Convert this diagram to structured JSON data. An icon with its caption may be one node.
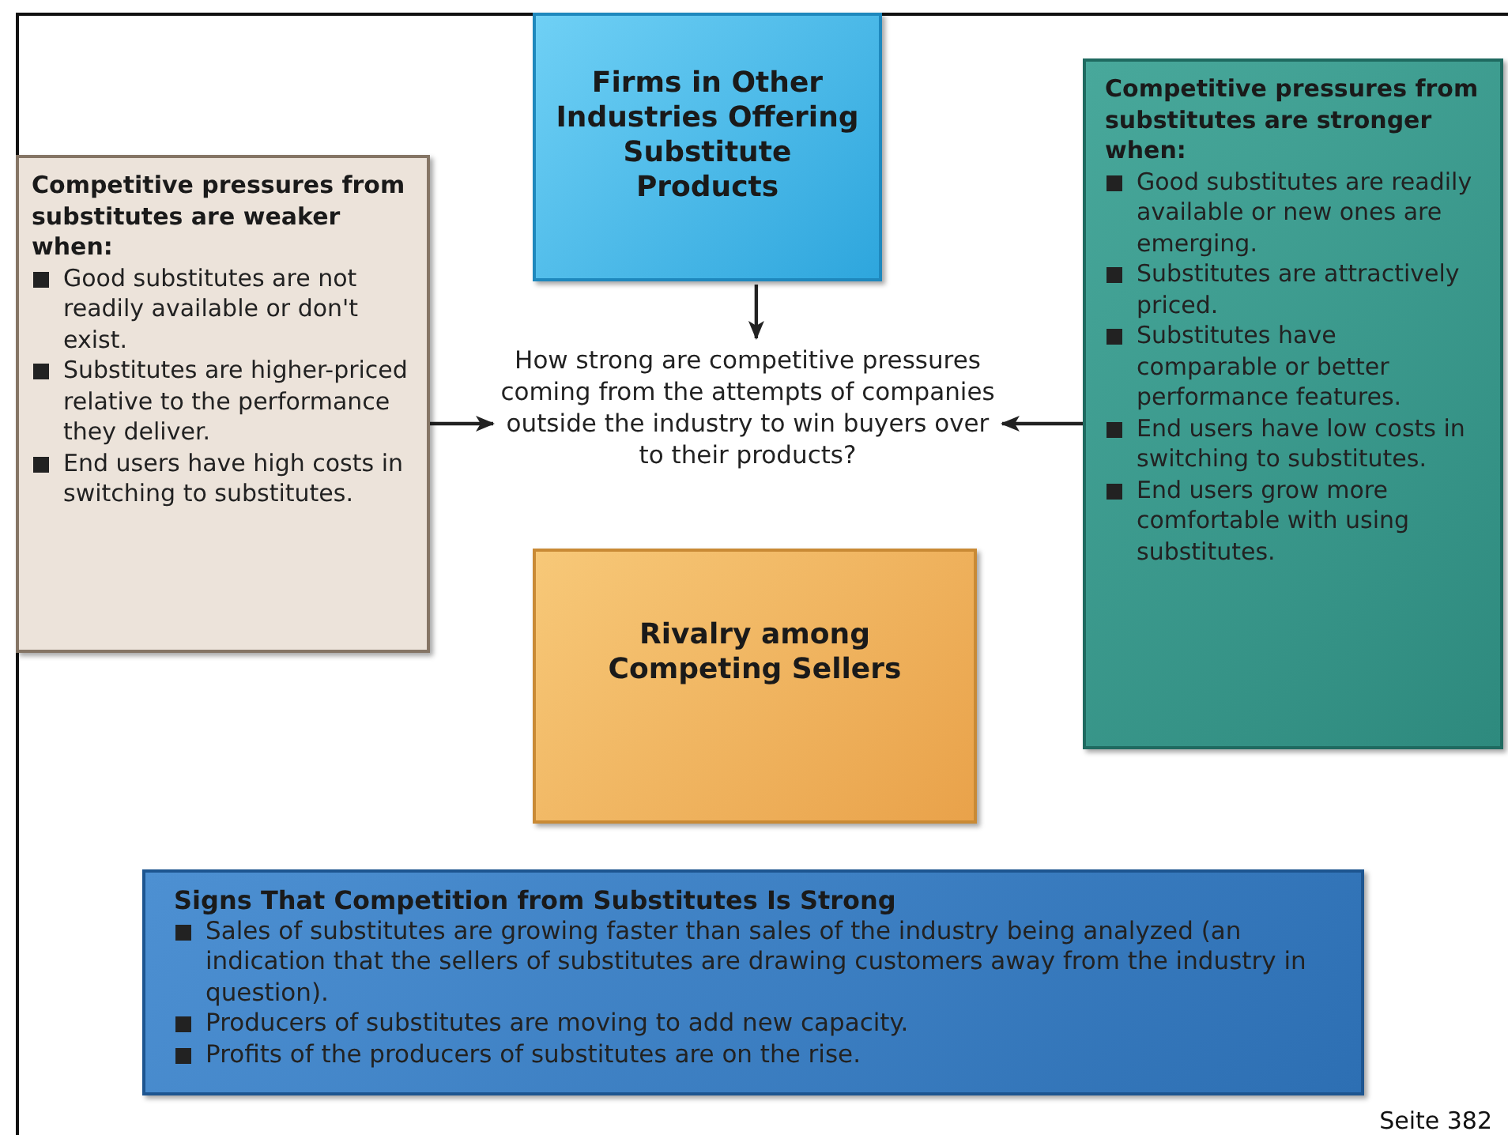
{
  "diagram": {
    "nodes": [
      {
        "text": [
          "Firms in Other Industries Offering Substitute Products"
        ]
      },
      {
        "text": [
          "Competitive pressures from substitutes are weaker when:",
          "Good substitutes are not readily available or don't exist.",
          "Substitutes are higher-priced relative to the performance they deliver.",
          "End users have high costs in switching to substitutes."
        ]
      },
      {
        "text": [
          "How strong are competitive pressures coming from the attempts of companies outside the industry to win buyers over to their products?"
        ]
      },
      {
        "text": [
          "Competitive pressures from substitutes are stronger when:",
          "Good substitutes are readily available or new ones are emerging.",
          "Substitutes are attractively priced.",
          "Substitutes have comparable or better performance features.",
          "End users have low costs in switching to substitutes.",
          "End users grow more comfortable with using substitutes."
        ]
      },
      {
        "text": [
          "Rivalry among Competing Sellers"
        ]
      },
      {
        "text": [
          "Signs That Competition from Substitutes Is Strong",
          "Sales of substitutes are growing faster than sales of the industry being analyzed (an indication that the sellers of substitutes are drawing customers away from the industry in question).",
          "Producers of substitutes are moving to add new capacity.",
          "Profits of the producers of substitutes are on the rise."
        ]
      }
    ],
    "edges": [
      {
        "from": 0,
        "to": 2,
        "arrow": "to"
      },
      {
        "from": 1,
        "to": 2,
        "arrow": "to"
      },
      {
        "from": 3,
        "to": 2,
        "arrow": "to"
      }
    ],
    "labels": [
      "Seite 382"
    ]
  }
}
